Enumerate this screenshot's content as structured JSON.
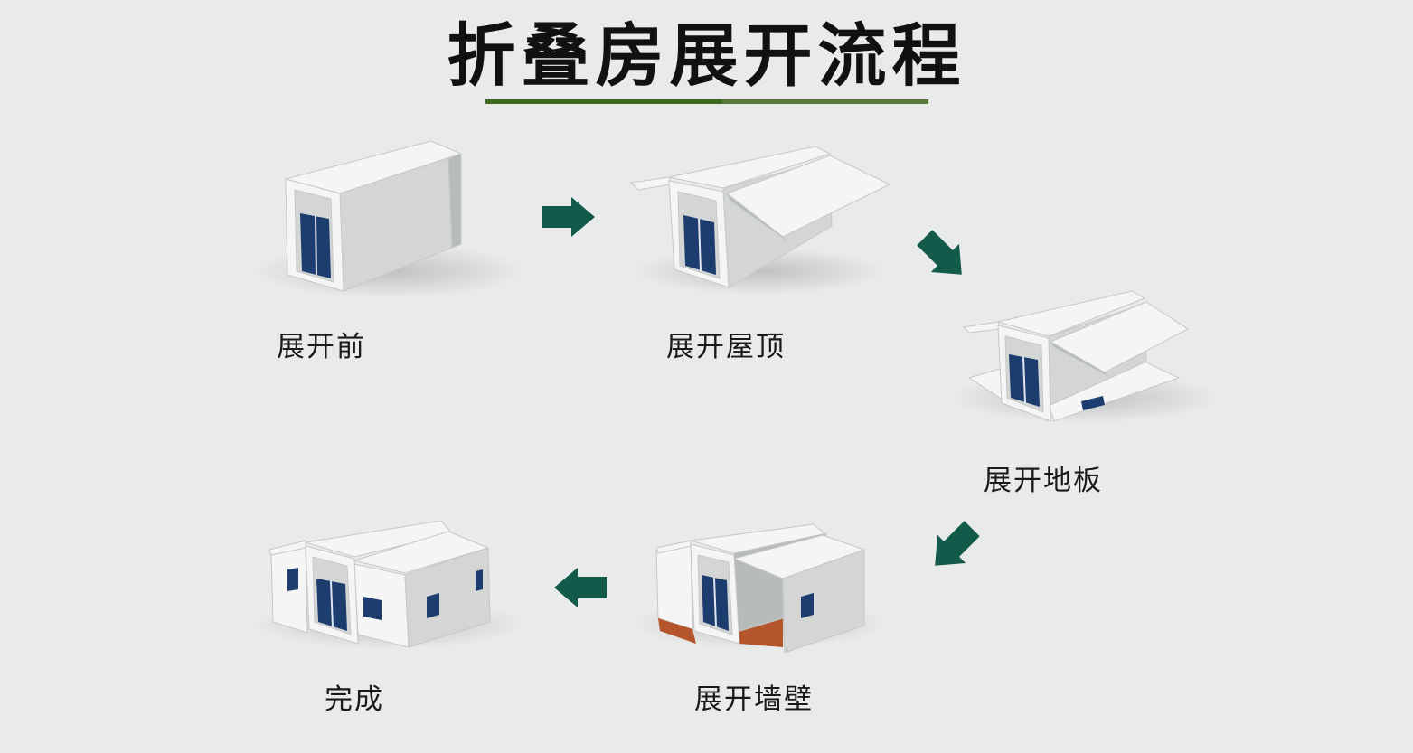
{
  "title": "折叠房展开流程",
  "colors": {
    "background": "#e9ebea",
    "underline_left": "#3d6a1f",
    "underline_right": "#5a7a3a",
    "arrow": "#145a4a",
    "panel_light": "#f4f5f4",
    "panel_mid": "#d3d6d5",
    "panel_dark": "#b7bbba",
    "glass": "#1d3d6e",
    "floor": "#b5552c"
  },
  "steps": [
    {
      "label": "展开前"
    },
    {
      "label": "展开屋顶"
    },
    {
      "label": "展开地板"
    },
    {
      "label": "展开墙壁"
    },
    {
      "label": "完成"
    }
  ],
  "arrows": [
    {
      "direction": "right"
    },
    {
      "direction": "down-right"
    },
    {
      "direction": "down-left"
    },
    {
      "direction": "left"
    }
  ]
}
